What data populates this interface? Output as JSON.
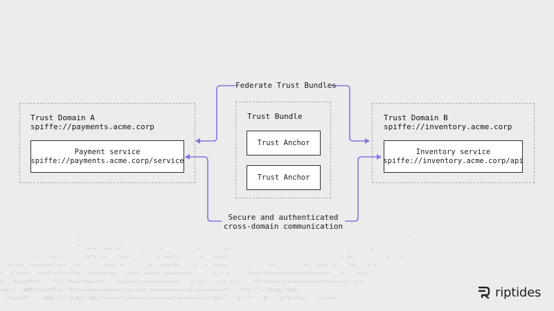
{
  "federation_label": "Federate Trust Bundles",
  "domain_a": {
    "title": "Trust Domain A",
    "spiffe_id": "spiffe://payments.acme.corp",
    "service_name": "Payment service",
    "service_id": "spiffe://payments.acme.corp/service"
  },
  "bundle": {
    "title": "Trust Bundle",
    "anchors": [
      "Trust Anchor",
      "Trust Anchor"
    ]
  },
  "domain_b": {
    "title": "Trust Domain B",
    "spiffe_id": "spiffe://inventory.acme.corp",
    "service_name": "Inventory service",
    "service_id": "spiffe://inventory.acme.corp/api"
  },
  "communication_label_line1": "Secure and authenticated",
  "communication_label_line2": "cross-domain communication",
  "brand": {
    "name": "riptides"
  },
  "colors": {
    "accent": "#8b6fe0",
    "background": "#ececec"
  }
}
